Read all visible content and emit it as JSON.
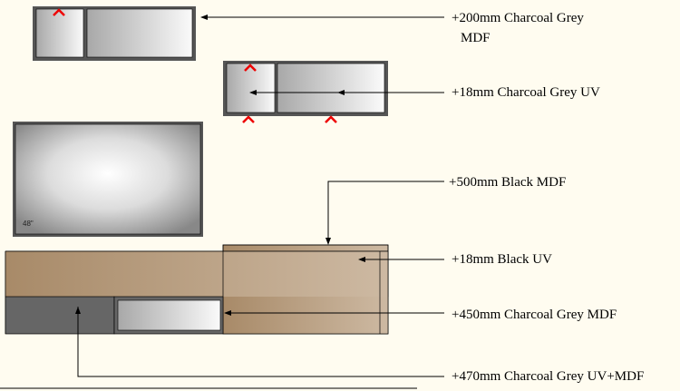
{
  "labels": {
    "top_cabinet_line1": "+200mm Charcoal Grey",
    "top_cabinet_line2": "MDF",
    "mid_cabinet": "+18mm Charcoal Grey UV",
    "back_panel": "+500mm Black MDF",
    "shelf": "+18mm Black UV",
    "drawer": "+450mm Charcoal Grey MDF",
    "base": "+470mm Charcoal Grey UV+MDF"
  },
  "tv": {
    "size_label": "48\""
  },
  "colors": {
    "background": "#fffcf0",
    "frame": "#555555",
    "tan_dark": "#a88a68",
    "tan_light": "#c8b29a",
    "base_grey": "#666666",
    "marker": "#ee0000"
  }
}
